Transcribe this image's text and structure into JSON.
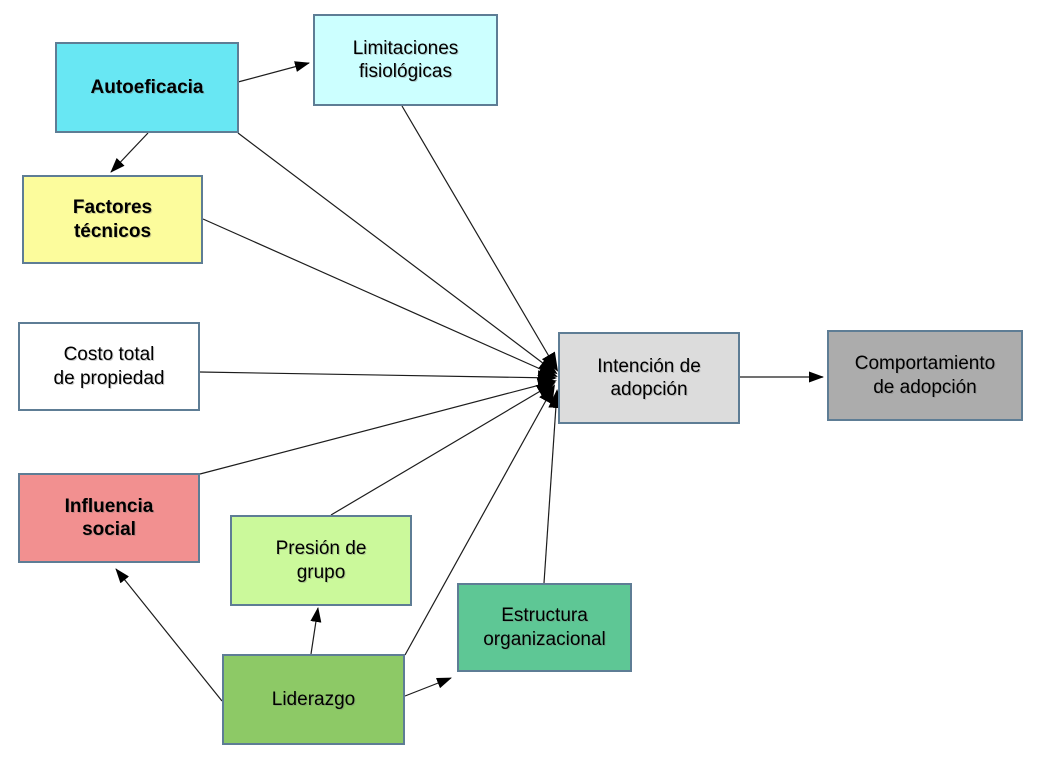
{
  "diagram": {
    "background_color": "#ffffff",
    "box_border_color": "#5e7d95",
    "line_color": "#1c1c1c",
    "nodes": [
      {
        "id": "autoeficacia",
        "label": "Autoeficacia",
        "fill": "#68e7f3",
        "bold": true
      },
      {
        "id": "limitaciones",
        "label": "Limitaciones\nfisiológicas",
        "fill": "#ccffff",
        "bold": false
      },
      {
        "id": "factores",
        "label": "Factores\ntécnicos",
        "fill": "#fcfc9c",
        "bold": true
      },
      {
        "id": "costo",
        "label": "Costo total\nde propiedad",
        "fill": "#ffffff",
        "bold": false
      },
      {
        "id": "influencia",
        "label": "Influencia\nsocial",
        "fill": "#f29090",
        "bold": true
      },
      {
        "id": "presion",
        "label": "Presión de\ngrupo",
        "fill": "#cbf99b",
        "bold": false
      },
      {
        "id": "liderazgo",
        "label": "Liderazgo",
        "fill": "#8dc966",
        "bold": false
      },
      {
        "id": "estructura",
        "label": "Estructura\norganizacional",
        "fill": "#5ec795",
        "bold": false
      },
      {
        "id": "intencion",
        "label": "Intención de\nadopción",
        "fill": "#dcdcdc",
        "bold": false
      },
      {
        "id": "comportamiento",
        "label": "Comportamiento\nde adopción",
        "fill": "#acacac",
        "bold": false
      }
    ],
    "edges": [
      {
        "from": "Autoeficacia",
        "to": "Limitaciones fisiológicas"
      },
      {
        "from": "Autoeficacia",
        "to": "Factores técnicos"
      },
      {
        "from": "Autoeficacia",
        "to": "Intención de adopción"
      },
      {
        "from": "Limitaciones fisiológicas",
        "to": "Intención de adopción"
      },
      {
        "from": "Factores técnicos",
        "to": "Intención de adopción"
      },
      {
        "from": "Costo total de propiedad",
        "to": "Intención de adopción"
      },
      {
        "from": "Influencia social",
        "to": "Intención de adopción"
      },
      {
        "from": "Presión de grupo",
        "to": "Intención de adopción"
      },
      {
        "from": "Liderazgo",
        "to": "Intención de adopción"
      },
      {
        "from": "Estructura organizacional",
        "to": "Intención de adopción"
      },
      {
        "from": "Liderazgo",
        "to": "Influencia social"
      },
      {
        "from": "Liderazgo",
        "to": "Presión de grupo"
      },
      {
        "from": "Liderazgo",
        "to": "Estructura organizacional"
      },
      {
        "from": "Intención de adopción",
        "to": "Comportamiento de adopción"
      }
    ]
  }
}
